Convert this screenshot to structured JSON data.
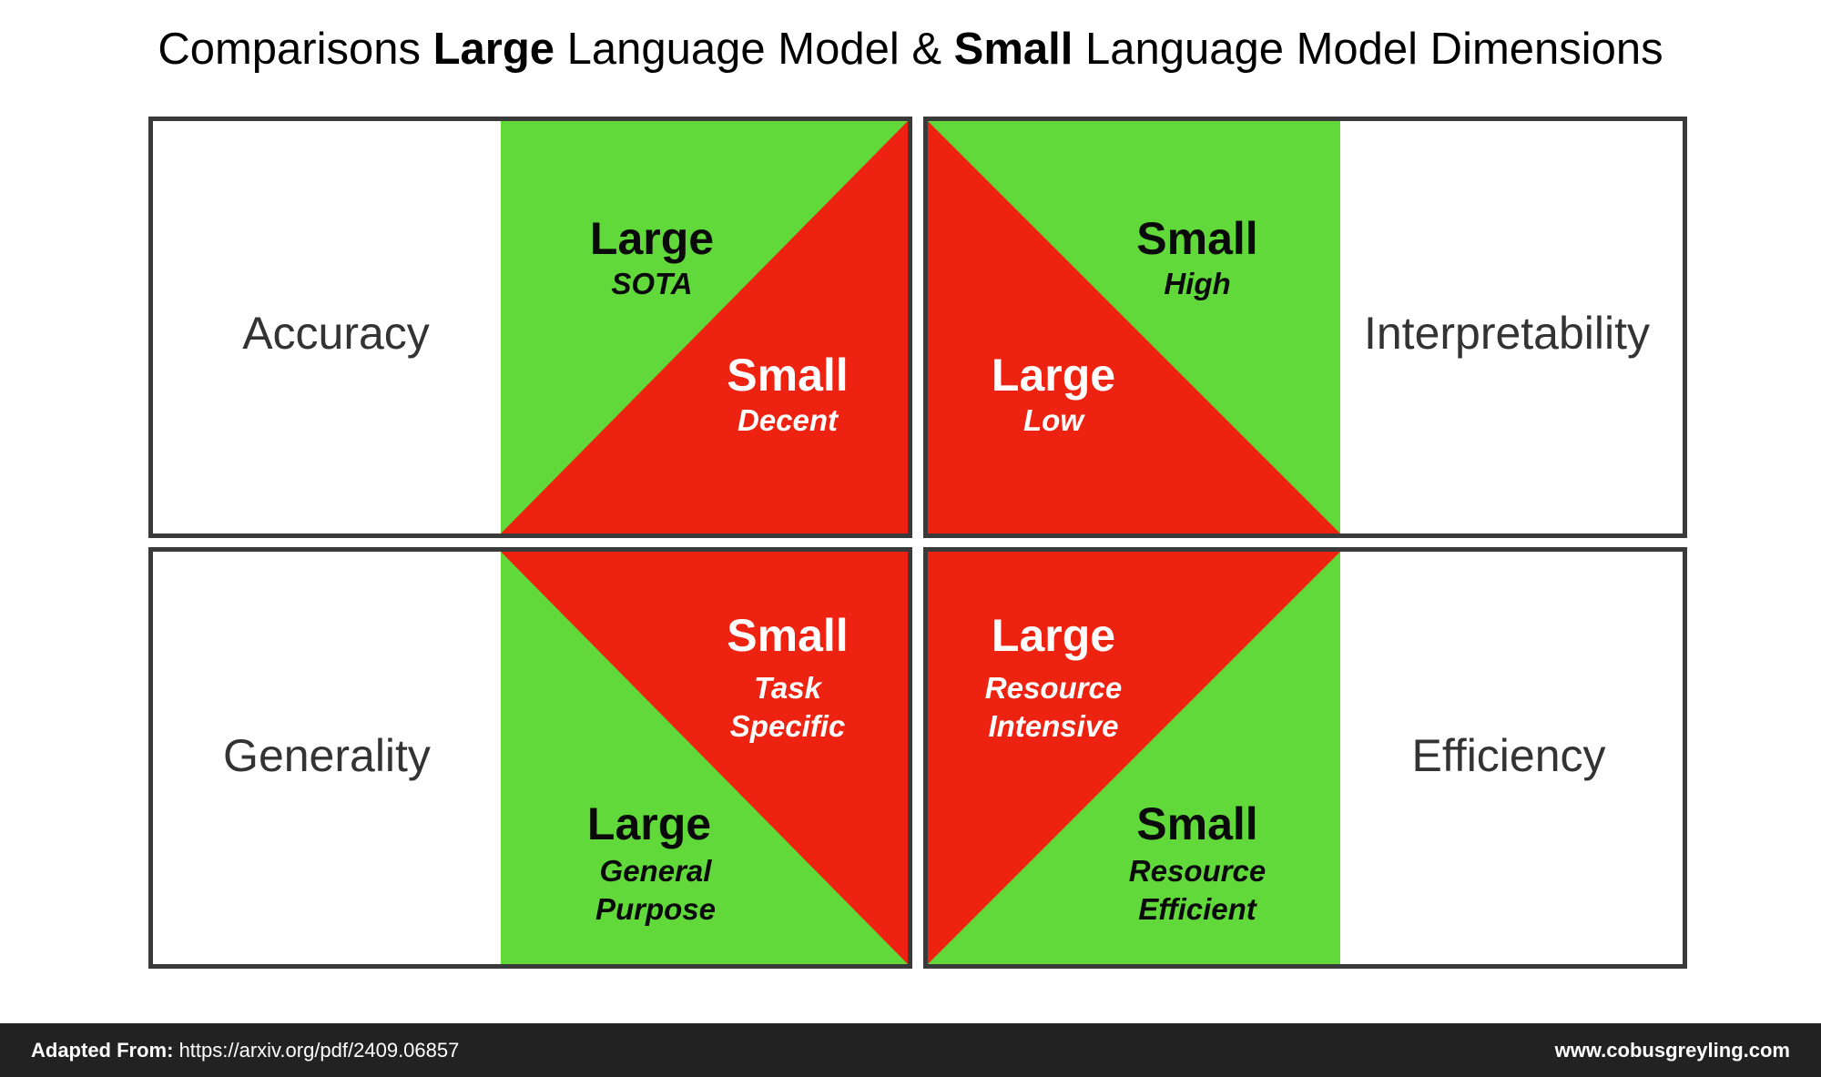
{
  "title": {
    "prefix": "Comparisons ",
    "bold1": "Large",
    "mid": " Language Model & ",
    "bold2": "Small",
    "suffix": " Language Model Dimensions"
  },
  "colors": {
    "green": "#62d93a",
    "red": "#ee2211",
    "border": "#3a3a3a",
    "footer": "#222222"
  },
  "panels": {
    "accuracy": {
      "dimension": "Accuracy",
      "good": {
        "model": "Large",
        "value": "SOTA"
      },
      "bad": {
        "model": "Small",
        "value": "Decent"
      }
    },
    "interpretability": {
      "dimension": "Interpretability",
      "good": {
        "model": "Small",
        "value": "High"
      },
      "bad": {
        "model": "Large",
        "value": "Low"
      }
    },
    "generality": {
      "dimension": "Generality",
      "good": {
        "model": "Large",
        "value_line1": "General",
        "value_line2": "Purpose"
      },
      "bad": {
        "model": "Small",
        "value_line1": "Task",
        "value_line2": "Specific"
      }
    },
    "efficiency": {
      "dimension": "Efficiency",
      "good": {
        "model": "Small",
        "value_line1": "Resource",
        "value_line2": "Efficient"
      },
      "bad": {
        "model": "Large",
        "value_line1": "Resource",
        "value_line2": "Intensive"
      }
    }
  },
  "footer": {
    "source_label": "Adapted From:",
    "source_url": " https://arxiv.org/pdf/2409.06857",
    "website": "www.cobusgreyling.com"
  }
}
